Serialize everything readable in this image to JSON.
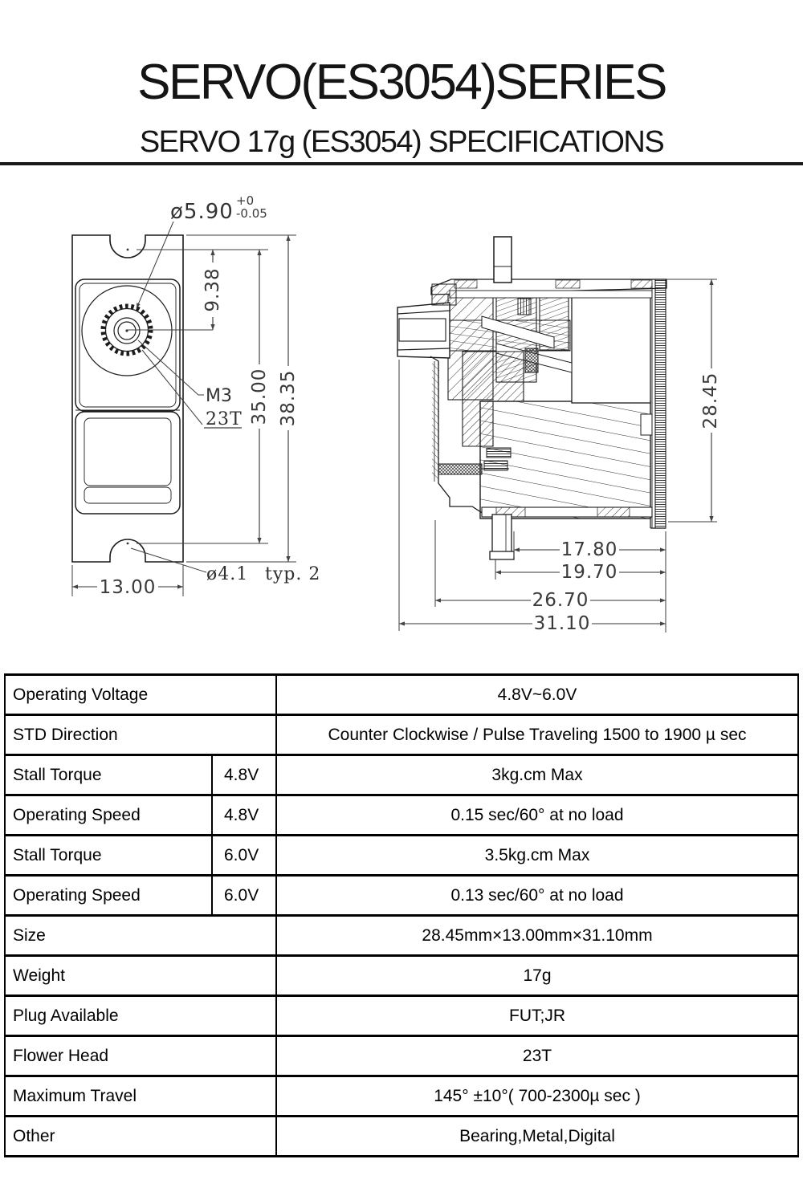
{
  "header": {
    "title": "SERVO(ES3054)SERIES",
    "subtitle": "SERVO 17g (ES3054) SPECIFICATIONS"
  },
  "front_view": {
    "spline_diameter": "ø5.90",
    "tol_plus": "+0",
    "tol_minus": "-0.05",
    "shaft_offset": "9.38",
    "screw": "M3",
    "spline_teeth": "23T",
    "mount_span": "35.00",
    "overall_length": "38.35",
    "mount_hole": "ø4.1",
    "mount_hole_qty": "typ. 2",
    "body_width": "13.00"
  },
  "side_view": {
    "height": "28.45",
    "dim_a": "17.80",
    "dim_b": "19.70",
    "dim_c": "26.70",
    "dim_d": "31.10"
  },
  "spec_table": {
    "rows": [
      {
        "label": "Operating Voltage",
        "value": "4.8V~6.0V"
      },
      {
        "label": "STD Direction",
        "value": "Counter Clockwise / Pulse Traveling 1500 to 1900 µ sec"
      },
      {
        "label": "Stall Torque",
        "voltage": "4.8V",
        "value": "3kg.cm Max"
      },
      {
        "label": "Operating Speed",
        "voltage": "4.8V",
        "value": "0.15 sec/60° at no load"
      },
      {
        "label": "Stall Torque",
        "voltage": "6.0V",
        "value": "3.5kg.cm Max"
      },
      {
        "label": "Operating Speed",
        "voltage": "6.0V",
        "value": "0.13 sec/60° at no load"
      },
      {
        "label": "Size",
        "value": "28.45mm×13.00mm×31.10mm"
      },
      {
        "label": "Weight",
        "value": "17g"
      },
      {
        "label": "Plug Available",
        "value": "FUT;JR"
      },
      {
        "label": "Flower Head",
        "value": "23T"
      },
      {
        "label": "Maximum Travel",
        "value": "145° ±10°( 700-2300µ sec )"
      },
      {
        "label": "Other",
        "value": "Bearing,Metal,Digital"
      }
    ]
  }
}
